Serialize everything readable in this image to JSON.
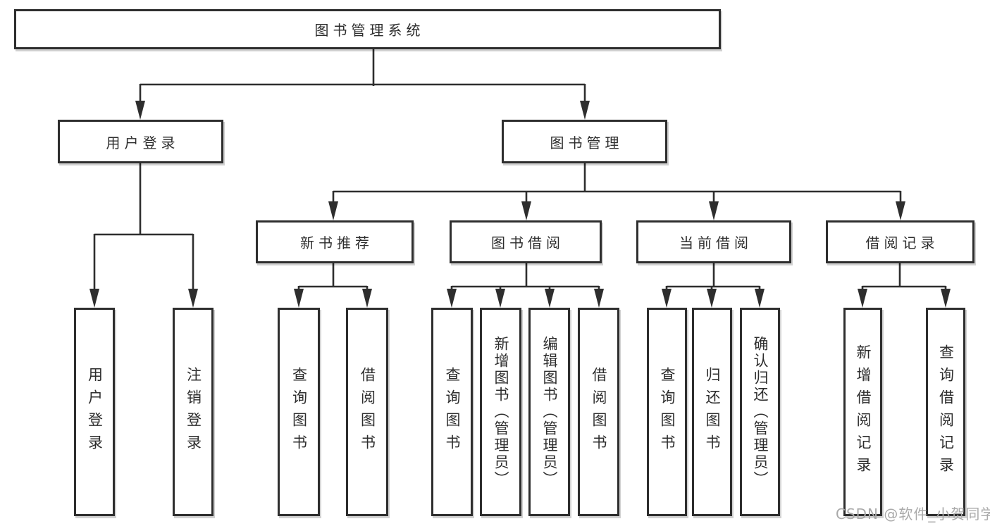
{
  "diagram": {
    "type": "hierarchy-tree",
    "title": "图书管理系统",
    "nodes": {
      "root": "图书管理系统",
      "level2": [
        "用户登录",
        "图书管理"
      ],
      "level3": [
        "新书推荐",
        "图书借阅",
        "当前借阅",
        "借阅记录"
      ],
      "leaves": [
        "用户登录",
        "注销登录",
        "查询图书",
        "借阅图书",
        "查询图书",
        "新增图书（管理员）",
        "编辑图书（管理员）",
        "借阅图书",
        "查询图书",
        "归还图书",
        "确认归还（管理员）",
        "新增借阅记录",
        "查询借阅记录"
      ]
    },
    "hierarchy": {
      "图书管理系统": [
        "用户登录",
        "图书管理"
      ],
      "用户登录": [
        "用户登录",
        "注销登录"
      ],
      "图书管理": [
        "新书推荐",
        "图书借阅",
        "当前借阅",
        "借阅记录"
      ],
      "新书推荐": [
        "查询图书",
        "借阅图书"
      ],
      "图书借阅": [
        "查询图书",
        "新增图书（管理员）",
        "编辑图书（管理员）",
        "借阅图书"
      ],
      "当前借阅": [
        "查询图书",
        "归还图书",
        "确认归还（管理员）"
      ],
      "借阅记录": [
        "新增借阅记录",
        "查询借阅记录"
      ]
    },
    "line_color": "#2e2e2e",
    "box_fill": "#ffffff"
  },
  "watermark": "CSDN @软件_小贺同学"
}
